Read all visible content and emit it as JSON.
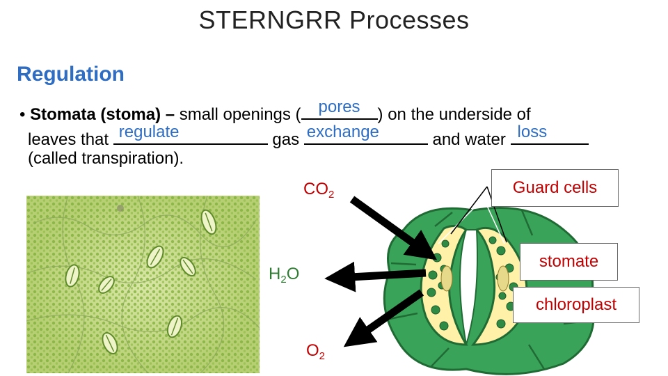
{
  "title": "STERNGRR Processes",
  "heading": "Regulation",
  "paragraph": {
    "bullet": "•",
    "term": "Stomata (stoma) –",
    "t1": "small openings (",
    "t2": ") on the underside of",
    "t3": "leaves that",
    "t4": "gas",
    "t5": "and water",
    "t6": "(called transpiration).",
    "blanks": {
      "pores": "pores",
      "regulate": "regulate",
      "exchange": "exchange",
      "loss": "loss"
    }
  },
  "gases": {
    "co2": {
      "base": "CO",
      "sub": "2",
      "color": "#c00000"
    },
    "h2o": {
      "base": "H",
      "sub": "2",
      "tail": "O",
      "color": "#2e7d32"
    },
    "o2": {
      "base": "O",
      "sub": "2",
      "color": "#c00000"
    }
  },
  "labels": {
    "guard_cells": "Guard cells",
    "stomate": "stomate",
    "chloroplast": "chloroplast"
  },
  "colors": {
    "accent_blue": "#2e6dc2",
    "label_red": "#c00000",
    "leaf_green": "#3aa35a"
  }
}
